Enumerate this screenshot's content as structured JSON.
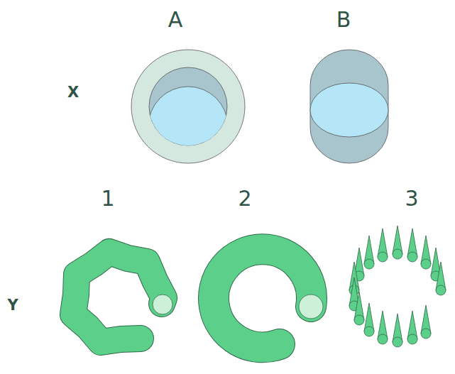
{
  "diagram": {
    "labels": [
      "A",
      "B",
      "X",
      "1",
      "2",
      "3",
      "Y"
    ]
  }
}
